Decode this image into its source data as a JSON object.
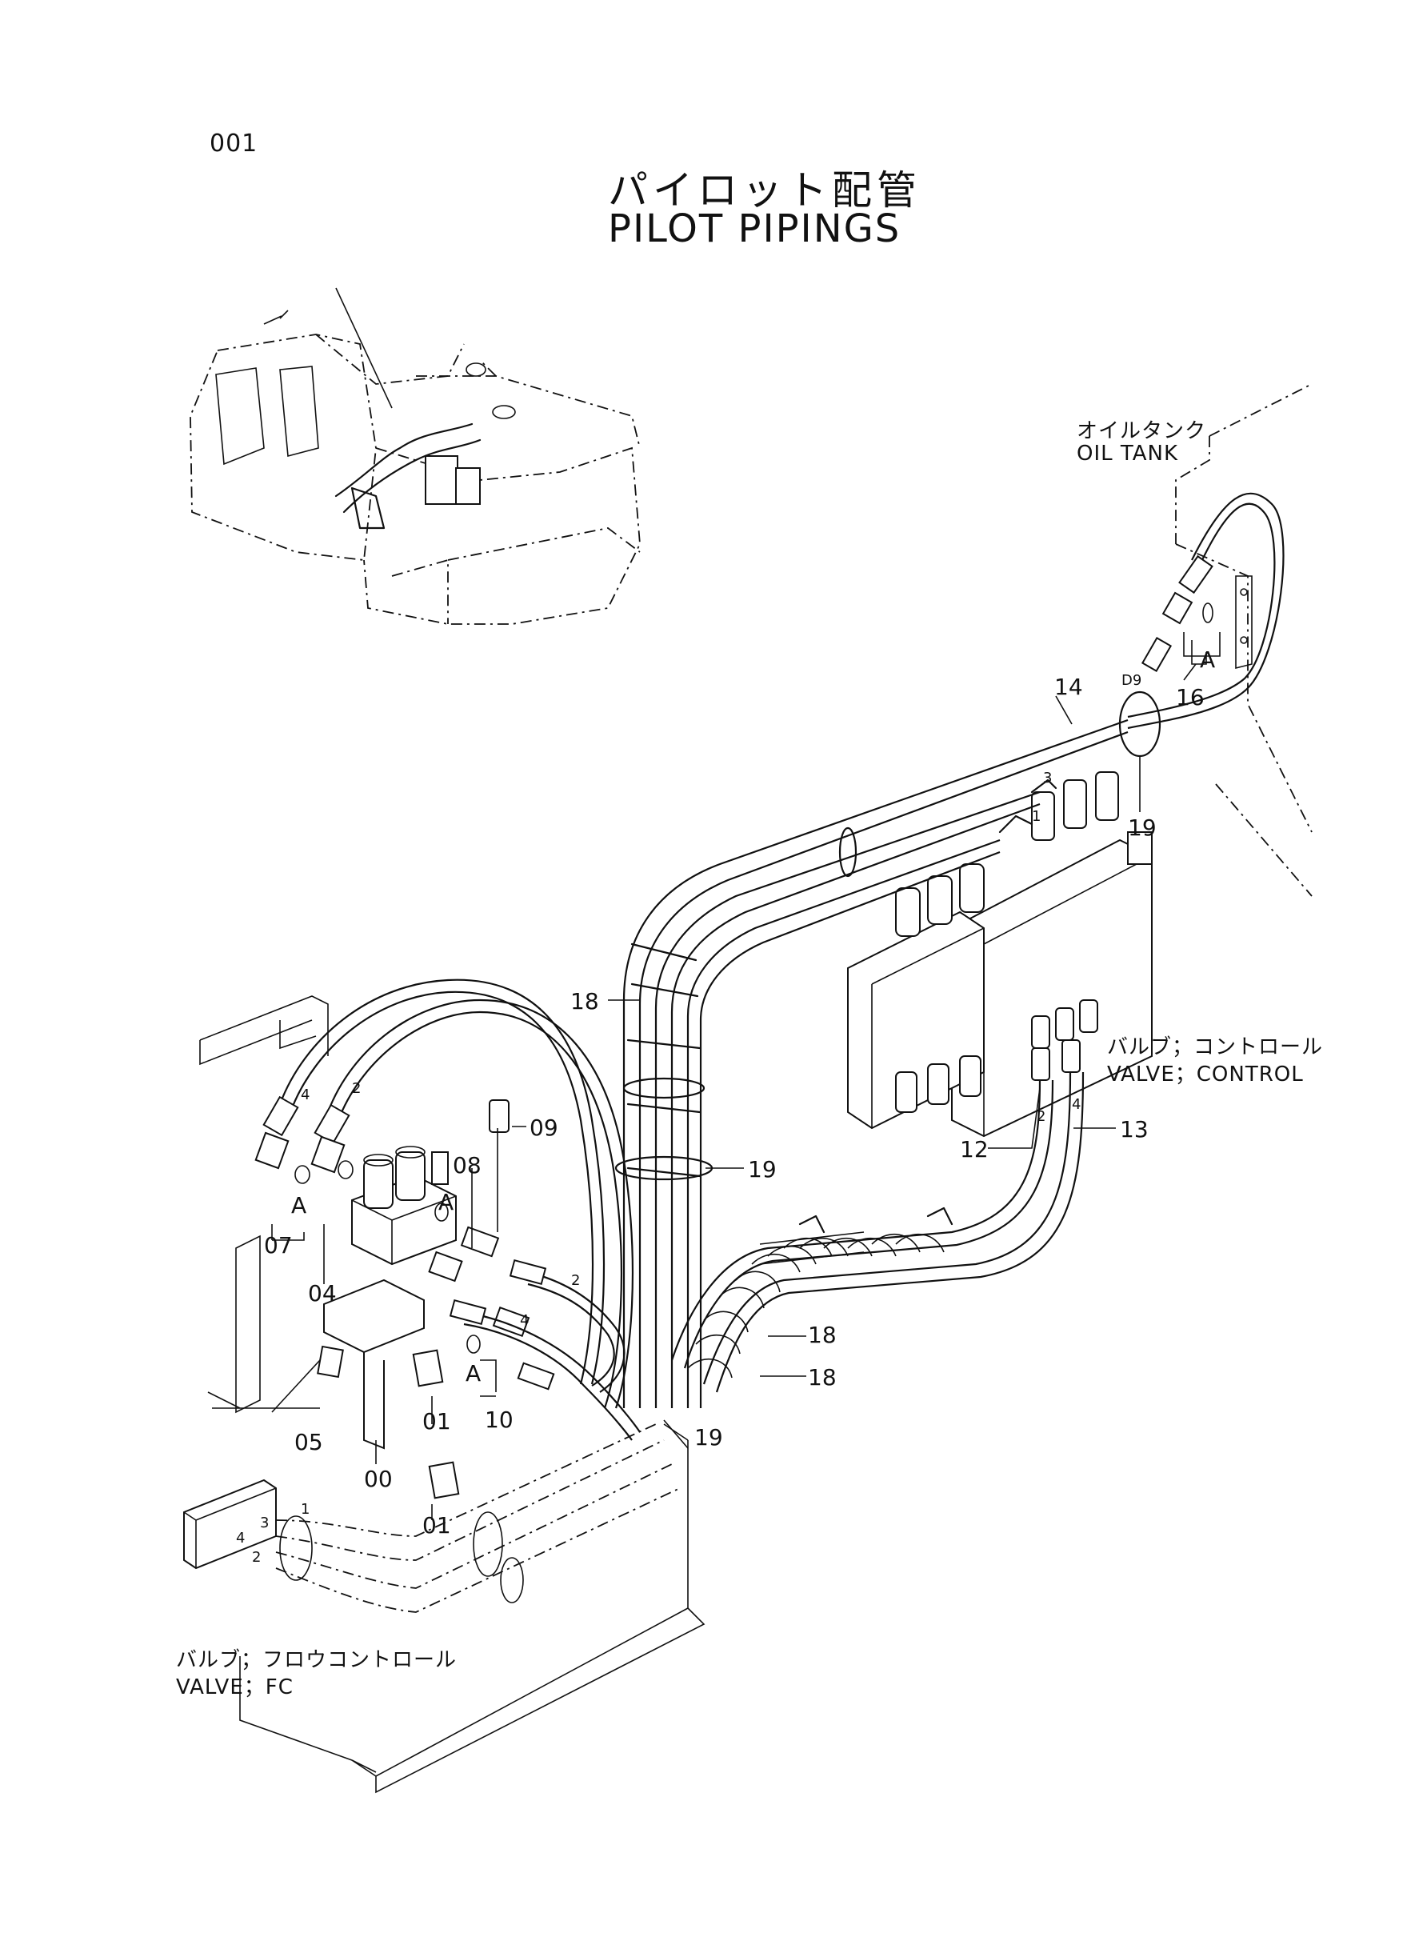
{
  "page_number": "001",
  "title_jp": "パイロット配管",
  "title_en": "PILOT PIPINGS",
  "labels": {
    "oil_tank_jp": "オイルタンク",
    "oil_tank_en": "OIL TANK",
    "control_valve_jp": "バルブ；コントロール",
    "control_valve_en": "VALVE；CONTROL",
    "fc_valve_jp": "バルブ；フロウコントロール",
    "fc_valve_en": "VALVE；FC"
  },
  "callouts": {
    "c00": "00",
    "c01a": "01",
    "c01b": "01",
    "c04": "04",
    "c05": "05",
    "c07": "07",
    "c08": "08",
    "c09": "09",
    "c10": "10",
    "c12": "12",
    "c13": "13",
    "c14": "14",
    "c16": "16",
    "c18a": "18",
    "c18b": "18",
    "c18c": "18",
    "c19a": "19",
    "c19b": "19",
    "c19c": "19",
    "a1": "A",
    "a2": "A",
    "a3": "A",
    "a4": "A",
    "d9": "D9"
  },
  "port_marks": {
    "p2a": "2",
    "p4a": "4",
    "p2b": "2",
    "p4b": "4",
    "p2c": "2",
    "p4c": "4",
    "p3": "3",
    "p1": "1",
    "f1": "1",
    "f2": "2",
    "f3": "3",
    "f4": "4"
  }
}
